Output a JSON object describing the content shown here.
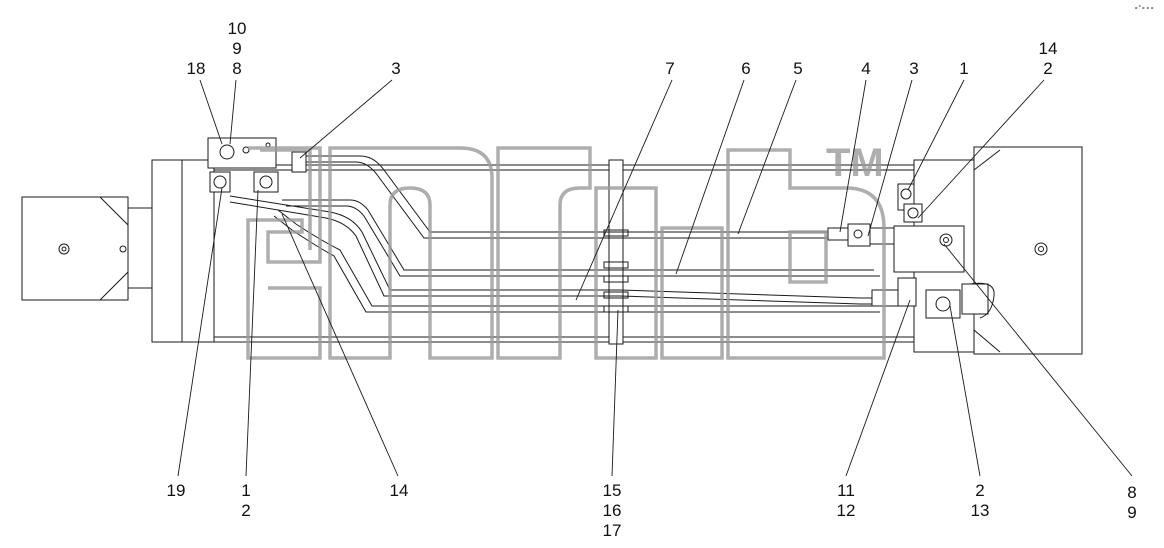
{
  "watermark": {
    "tm": "TM"
  },
  "corner_mark": "∘°∘∘∘",
  "callouts_top": [
    {
      "id": "t-10",
      "text": "10"
    },
    {
      "id": "t-9",
      "text": "9"
    },
    {
      "id": "t-8",
      "text": "8"
    },
    {
      "id": "t-18",
      "text": "18"
    },
    {
      "id": "t-3a",
      "text": "3"
    },
    {
      "id": "t-7",
      "text": "7"
    },
    {
      "id": "t-6",
      "text": "6"
    },
    {
      "id": "t-5",
      "text": "5"
    },
    {
      "id": "t-4",
      "text": "4"
    },
    {
      "id": "t-3b",
      "text": "3"
    },
    {
      "id": "t-1",
      "text": "1"
    },
    {
      "id": "t-14",
      "text": "14"
    },
    {
      "id": "t-2",
      "text": "2"
    }
  ],
  "callouts_bottom": [
    {
      "id": "b-19",
      "text": "19"
    },
    {
      "id": "b-1",
      "text": "1"
    },
    {
      "id": "b-2",
      "text": "2"
    },
    {
      "id": "b-14",
      "text": "14"
    },
    {
      "id": "b-15",
      "text": "15"
    },
    {
      "id": "b-16",
      "text": "16"
    },
    {
      "id": "b-17",
      "text": "17"
    },
    {
      "id": "b-11",
      "text": "11"
    },
    {
      "id": "b-12",
      "text": "12"
    },
    {
      "id": "b-2b",
      "text": "2"
    },
    {
      "id": "b-13",
      "text": "13"
    },
    {
      "id": "b-8",
      "text": "8"
    },
    {
      "id": "b-9",
      "text": "9"
    }
  ]
}
